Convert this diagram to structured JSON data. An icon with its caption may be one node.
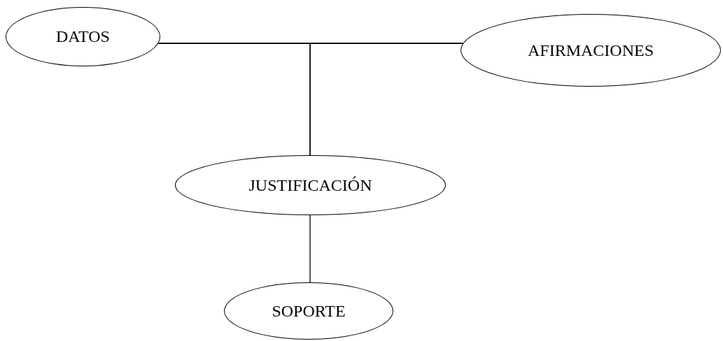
{
  "diagram": {
    "nodes": [
      {
        "text": [
          "DATOS"
        ]
      },
      {
        "text": [
          "AFIRMACIONES"
        ]
      },
      {
        "text": [
          "JUSTIFICACIÓN"
        ]
      },
      {
        "text": [
          "SOPORTE"
        ]
      }
    ],
    "edges": [
      {
        "from": 0,
        "to": 1,
        "arrow": "none"
      },
      {
        "from": 2,
        "to": 0,
        "arrow": "none"
      },
      {
        "from": 2,
        "to": 1,
        "arrow": "none"
      },
      {
        "from": 3,
        "to": 2,
        "arrow": "none"
      }
    ]
  }
}
